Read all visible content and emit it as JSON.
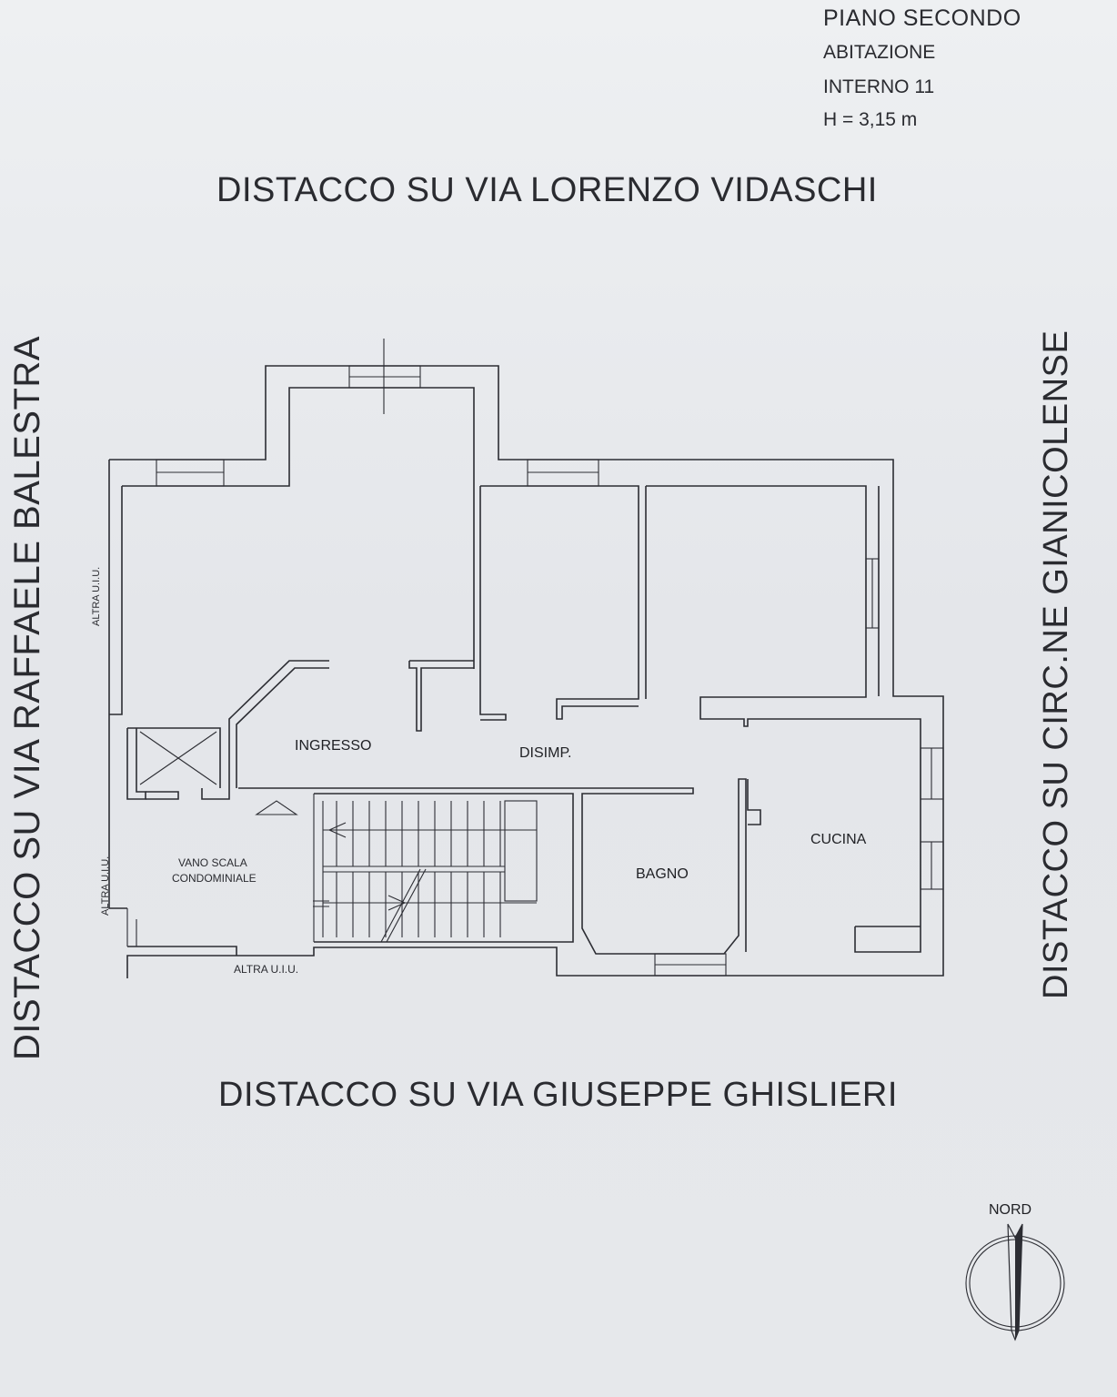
{
  "header": {
    "floor": "PIANO SECONDO",
    "type": "ABITAZIONE",
    "unit": "INTERNO 11",
    "height": "H = 3,15 m"
  },
  "streets": {
    "top": "DISTACCO SU VIA  LORENZO  VIDASCHI",
    "bottom": "DISTACCO SU VIA  GIUSEPPE  GHISLIERI",
    "left": "DISTACCO SU VIA  RAFFAELE   BALESTRA",
    "right": "DISTACCO SU CIRC.NE GIANICOLENSE"
  },
  "rooms": {
    "ingresso": "INGRESSO",
    "disimp": "DISIMP.",
    "bagno": "BAGNO",
    "cucina": "CUCINA",
    "vano_line1": "VANO  SCALA",
    "vano_line2": "CONDOMINIALE"
  },
  "neighbours": {
    "left_upper": "ALTRA U.I.U.",
    "left_lower": "ALTRA U.I.U.",
    "bottom": "ALTRA U.I.U."
  },
  "compass": {
    "label": "NORD"
  }
}
